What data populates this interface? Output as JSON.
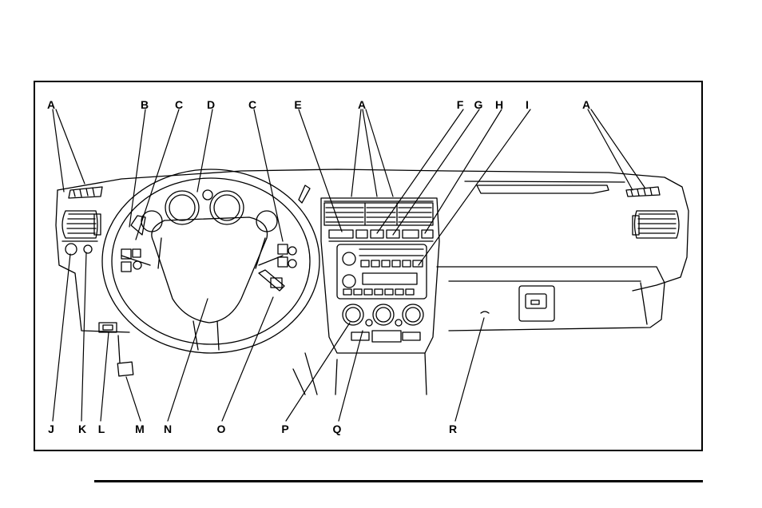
{
  "callouts_top": [
    "A",
    "B",
    "C",
    "D",
    "C",
    "E",
    "A",
    "F",
    "G",
    "H",
    "I",
    "A"
  ],
  "callouts_bottom": [
    "J",
    "K",
    "L",
    "M",
    "N",
    "O",
    "P",
    "Q",
    "R"
  ],
  "colors": {
    "line": "#000000",
    "fill": "#ffffff",
    "background": "#ffffff"
  }
}
